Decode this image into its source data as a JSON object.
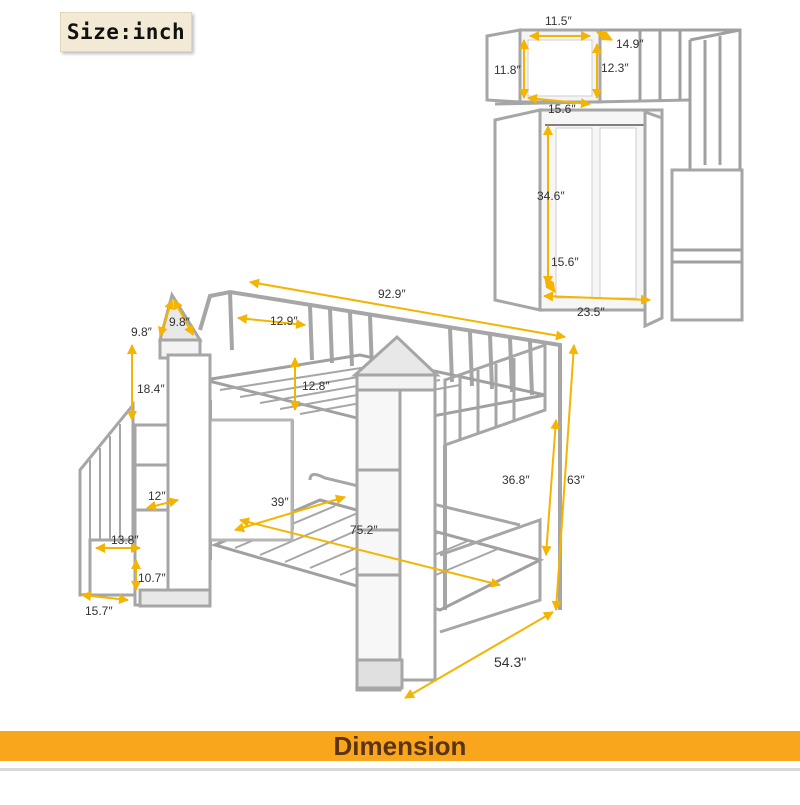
{
  "badge": {
    "text": "Size:inch"
  },
  "banner": {
    "title": "Dimension"
  },
  "accent_color": "#f4b400",
  "banner_color": "#f9a61d",
  "frame_color": "#a9a9a9",
  "dimensions": {
    "wardrobe_top_width": "11.5″",
    "wardrobe_top_depth": "14.9″",
    "wardrobe_top_height_left": "11.8″",
    "wardrobe_top_height_right": "12.3″",
    "wardrobe_top_bottom": "15.6″",
    "wardrobe_height": "34.6″",
    "wardrobe_depth": "15.6″",
    "wardrobe_width": "23.5″",
    "bed_length": "92.9″",
    "tower_top_a": "9.8″",
    "tower_top_b": "9.8″",
    "upper_rail_gap": "12.9″",
    "upper_guard_height": "12.8″",
    "tower_height": "18.4″",
    "under_bunk_clearance": "36.8″",
    "total_height": "63″",
    "step_width": "12″",
    "mattress_width": "39″",
    "mattress_length": "75.2″",
    "step_depth": "13.8″",
    "step_height": "10.7″",
    "stair_base": "15.7″",
    "total_width": "54.3\""
  }
}
